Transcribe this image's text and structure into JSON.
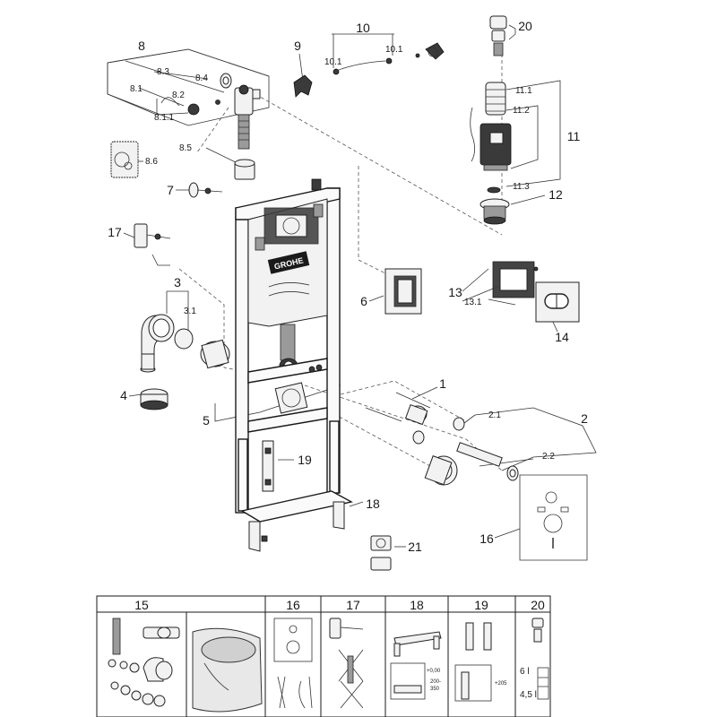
{
  "labels": {
    "p1": "1",
    "p2": "2",
    "p2_1": "2.1",
    "p2_2": "2.2",
    "p3": "3",
    "p3_1": "3.1",
    "p4": "4",
    "p5": "5",
    "p6": "6",
    "p7": "7",
    "p8": "8",
    "p8_1": "8.1",
    "p8_1_1": "8.1.1",
    "p8_2": "8.2",
    "p8_3": "8.3",
    "p8_4": "8.4",
    "p8_5": "8.5",
    "p8_6": "8.6",
    "p9": "9",
    "p10": "10",
    "p10_1a": "10.1",
    "p10_1b": "10.1",
    "p11": "11",
    "p11_1": "11.1",
    "p11_2": "11.2",
    "p11_3": "11.3",
    "p12": "12",
    "p13": "13",
    "p13_1": "13.1",
    "p14": "14",
    "p16": "16",
    "p17": "17",
    "p18": "18",
    "p19": "19",
    "p20": "20",
    "p21": "21"
  },
  "brand": "GROHE",
  "legend": {
    "headers": [
      "15",
      "16",
      "17",
      "18",
      "19",
      "20"
    ],
    "dim_18a": "200-",
    "dim_18b": "350",
    "dim_18c": "+0,00",
    "dim_19": "+205",
    "dim_20a": "6 l",
    "dim_20b": "4,5 l"
  }
}
